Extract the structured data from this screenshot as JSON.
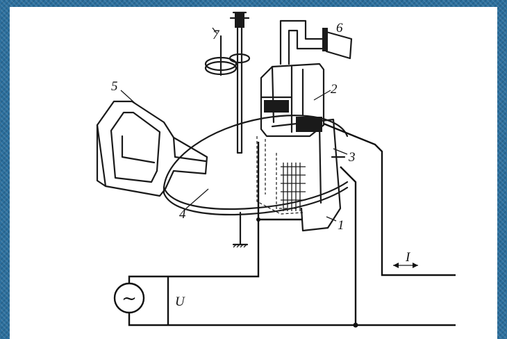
{
  "diagram": {
    "labels": {
      "part_1": "1",
      "part_2": "2",
      "part_3": "3",
      "part_4": "4",
      "part_5": "5",
      "part_6": "6",
      "part_7": "7",
      "voltage": "U",
      "current": "I"
    },
    "source_symbol": "~",
    "colors": {
      "frame": "#2b6f9e",
      "background": "#ffffff",
      "ink": "#1a1a1a"
    }
  }
}
